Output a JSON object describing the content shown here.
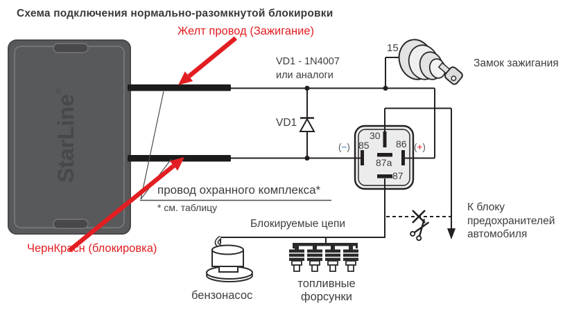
{
  "title": "Схема подключения нормально-разомкнутой блокировки",
  "device": {
    "brand": "StarLine",
    "reg": "®"
  },
  "wires": {
    "yellow_label": "Желт провод (Зажигание)",
    "black_red_label": "ЧернКрасн (блокировка)",
    "security_label": "провод охранного комплекса*",
    "security_note": "* см. таблицу"
  },
  "diode": {
    "name": "VD1",
    "note_line1": "VD1 - 1N4007",
    "note_line2": "или аналоги"
  },
  "ignition": {
    "terminal": "15",
    "label": "Замок зажигания"
  },
  "relay": {
    "pins": {
      "p30": "30",
      "p85": "85",
      "p86": "86",
      "p87a": "87a",
      "p87": "87"
    },
    "minus": {
      "open": "(",
      "sign": "−",
      "close": ")"
    },
    "plus": {
      "open": "(",
      "sign": "+",
      "close": ")"
    }
  },
  "circuits": {
    "header": "Блокируемые цепи",
    "fuel_pump": "бензонасос",
    "injectors": "топливные форсунки"
  },
  "fuse_box_label": "К блоку предохранителей автомобиля",
  "icons": {
    "scissors": "✂"
  },
  "colors": {
    "red": "#e21e22",
    "blue": "#2471b8",
    "dark": "#3c3d3f",
    "unit_gray": "#58595b"
  }
}
